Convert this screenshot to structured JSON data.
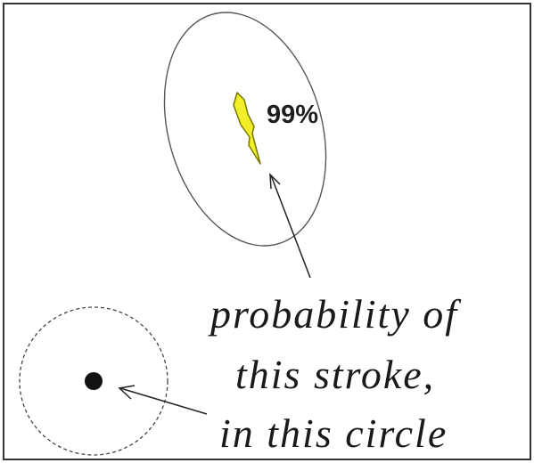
{
  "probability_label": "99%",
  "caption": {
    "line1": "probability of",
    "line2": "this stroke,",
    "line3": "in this circle"
  },
  "icons": {
    "lightning": "lightning-bolt-icon",
    "marker": "strike-point-dot"
  },
  "colors": {
    "frame": "#333333",
    "lightning_fill": "#f2ee2a",
    "lightning_stroke": "#777700",
    "ellipse_stroke": "#555555",
    "dot": "#111111"
  }
}
